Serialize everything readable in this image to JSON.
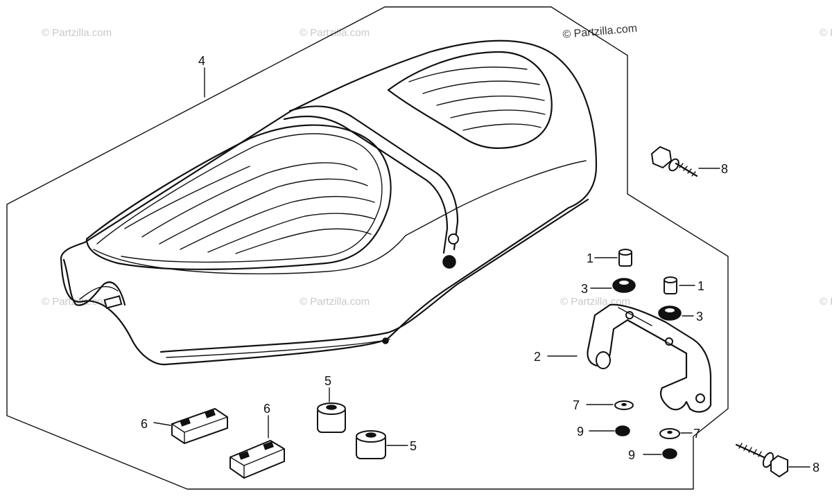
{
  "watermarks": {
    "main": "© Partzilla.com",
    "faint": "© Partzilla.com"
  },
  "callouts": {
    "c1a": "1",
    "c1b": "1",
    "c2": "2",
    "c3a": "3",
    "c3b": "3",
    "c4": "4",
    "c5a": "5",
    "c5b": "5",
    "c6a": "6",
    "c6b": "6",
    "c7a": "7",
    "c7b": "7",
    "c8a": "8",
    "c8b": "8",
    "c9a": "9",
    "c9b": "9"
  }
}
